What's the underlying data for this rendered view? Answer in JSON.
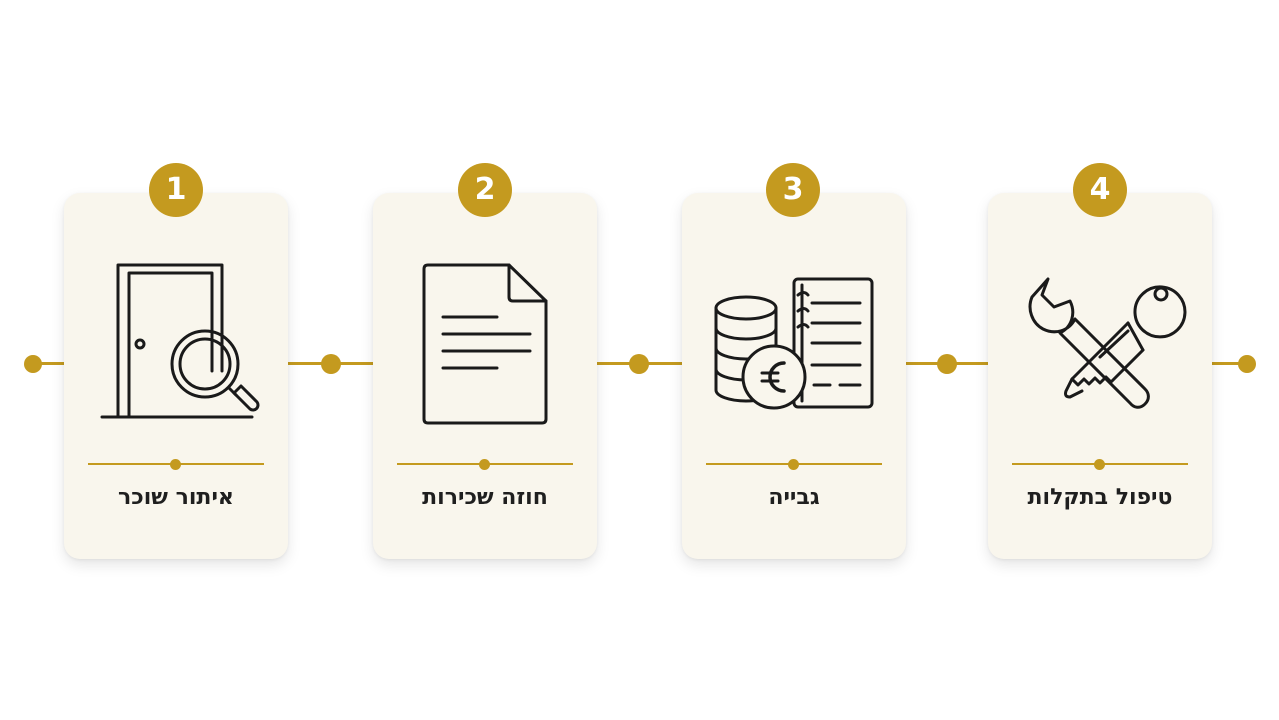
{
  "colors": {
    "accent": "#c49a1f",
    "card_bg": "#f9f6ed",
    "text": "#1f1f1f",
    "icon_stroke": "#1a1a1a"
  },
  "steps": [
    {
      "number": "1",
      "label": "איתור שוכר",
      "icon": "door-magnifier-icon"
    },
    {
      "number": "2",
      "label": "חוזה שכירות",
      "icon": "document-icon"
    },
    {
      "number": "3",
      "label": "גבייה",
      "icon": "coins-euro-ledger-icon"
    },
    {
      "number": "4",
      "label": "טיפול בתקלות",
      "icon": "wrench-key-icon"
    }
  ]
}
